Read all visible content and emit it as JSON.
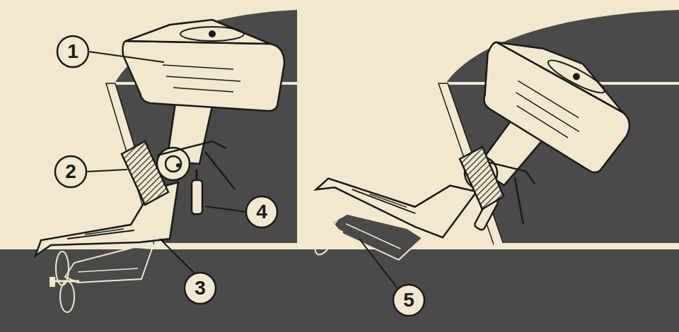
{
  "diagram": {
    "labels": [
      "1",
      "2",
      "4",
      "3",
      "5"
    ]
  }
}
